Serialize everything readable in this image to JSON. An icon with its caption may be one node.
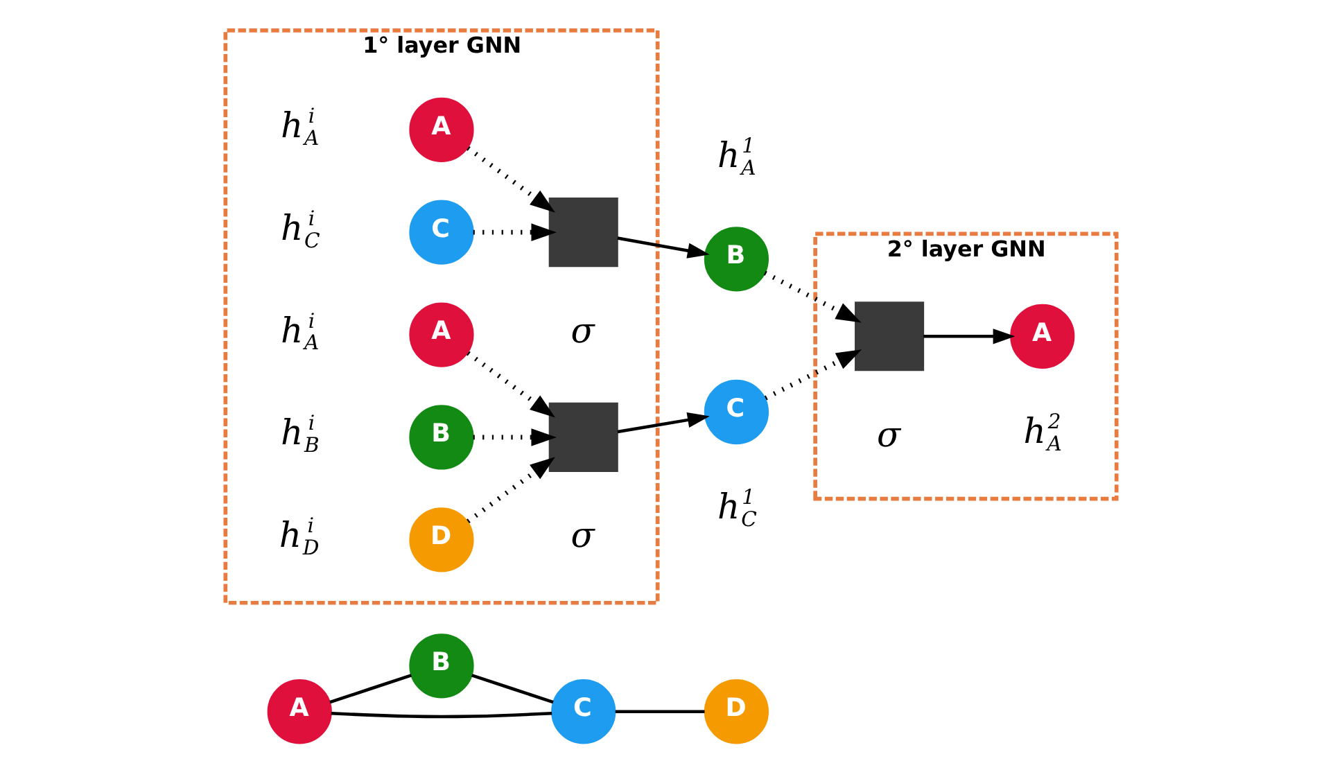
{
  "diagram": {
    "nodes": [
      {
        "text": [
          "A"
        ]
      },
      {
        "text": [
          "B"
        ]
      },
      {
        "text": [
          "C"
        ]
      },
      {
        "text": [
          "D"
        ]
      },
      {
        "text": [
          "1° layer GNN"
        ]
      },
      {
        "text": [
          "A"
        ],
        "in": 4,
        "beside": [
          "*h*$^{i}$$_{A}$"
        ]
      },
      {
        "text": [
          "C"
        ],
        "in": 4,
        "beside": [
          "*h*$^{i}$$_{C}$"
        ]
      },
      {
        "text": [],
        "shape": "box",
        "in": 4,
        "beside": [
          "*σ*"
        ]
      },
      {
        "text": [
          "A"
        ],
        "in": 4,
        "beside": [
          "*h*$^{i}$$_{A}$"
        ]
      },
      {
        "text": [
          "B"
        ],
        "in": 4,
        "beside": [
          "*h*$^{i}$$_{B}$"
        ]
      },
      {
        "text": [
          "D"
        ],
        "in": 4,
        "beside": [
          "*h*$^{i}$$_{D}$"
        ]
      },
      {
        "text": [],
        "shape": "box",
        "in": 4,
        "beside": [
          "*σ*"
        ]
      },
      {
        "text": [
          "B"
        ],
        "beside": [
          "*h*$^{1}$$_{A}$"
        ]
      },
      {
        "text": [
          "C"
        ],
        "beside": [
          "*h*$^{1}$$_{C}$"
        ]
      },
      {
        "text": [
          "2° layer GNN"
        ]
      },
      {
        "text": [],
        "shape": "box",
        "in": 14,
        "beside": [
          "*σ*"
        ]
      },
      {
        "text": [
          "A"
        ],
        "in": 14,
        "beside": [
          "*h*$^{2}$$_{A}$"
        ]
      }
    ],
    "edges": [
      {
        "from": 0,
        "to": 1,
        "arrow": "none"
      },
      {
        "from": 0,
        "to": 2,
        "arrow": "none"
      },
      {
        "from": 1,
        "to": 2,
        "arrow": "none"
      },
      {
        "from": 2,
        "to": 3,
        "arrow": "none"
      },
      {
        "from": 5,
        "to": 7,
        "arrow": "to",
        "style": "dashed"
      },
      {
        "from": 6,
        "to": 7,
        "arrow": "to",
        "style": "dashed"
      },
      {
        "from": 7,
        "to": 12,
        "arrow": "to"
      },
      {
        "from": 8,
        "to": 11,
        "arrow": "to",
        "style": "dashed"
      },
      {
        "from": 9,
        "to": 11,
        "arrow": "to",
        "style": "dashed"
      },
      {
        "from": 10,
        "to": 11,
        "arrow": "to",
        "style": "dashed"
      },
      {
        "from": 11,
        "to": 13,
        "arrow": "to"
      },
      {
        "from": 12,
        "to": 15,
        "arrow": "to",
        "style": "dashed"
      },
      {
        "from": 13,
        "to": 15,
        "arrow": "to",
        "style": "dashed"
      },
      {
        "from": 15,
        "to": 16,
        "arrow": "to"
      }
    ]
  }
}
